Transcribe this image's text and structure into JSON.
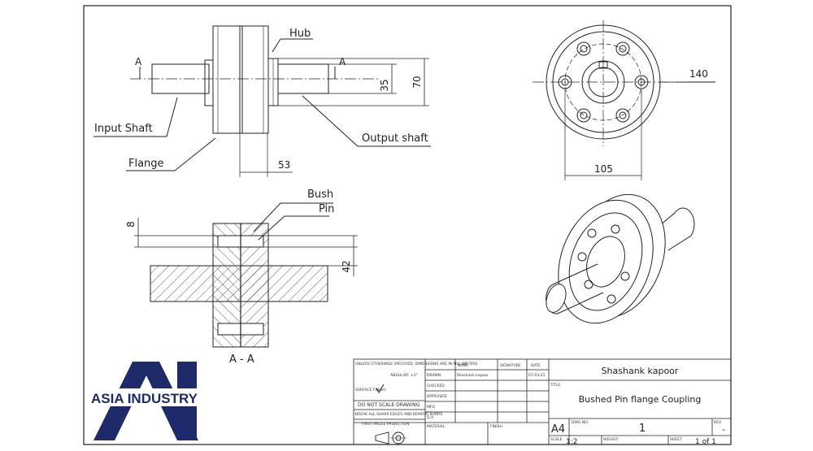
{
  "labels": {
    "hub": "Hub",
    "input_shaft": "Input Shaft",
    "output_shaft": "Output shaft",
    "flange": "Flange",
    "bush": "Bush",
    "pin": "Pin",
    "section_a_left": "A",
    "section_a_right": "A",
    "section_title": "A - A"
  },
  "dimensions": {
    "d35": "35",
    "d70": "70",
    "d53": "53",
    "d140": "140",
    "d105": "105",
    "d8": "8",
    "d42": "42"
  },
  "title_block": {
    "notes": "UNLESS OTHERWISE SPECIFIED: DIMENSIONS ARE IN MILLIMETERS",
    "angular": "ANGULAR: ±1°",
    "surface_finish": "SURFACE FINISH:",
    "do_not_scale": "DO NOT SCALE DRAWING",
    "break_edges": "BREAK ALL SHARP EDGES AND REMOVE BURRS",
    "projection": "FIRST ANGLE PROJECTION",
    "material": "MATERIAL",
    "finish": "FINISH",
    "col_name": "NAME",
    "col_signature": "SIGNATURE",
    "col_date": "DATE",
    "row_drawn": "DRAWN",
    "row_checked": "CHECKED",
    "row_approved": "APPROVED",
    "row_mfg": "MFG",
    "row_qa": "Q.A",
    "drawn_name": "Shashank kapoor",
    "drawn_date": "07-03-21",
    "author": "Shashank kapoor",
    "title_label": "TITLE:",
    "title": "Bushed  Pin flange Coupling",
    "size": "A4",
    "dwg_no_label": "DWG NO.",
    "dwg_no": "1",
    "rev_label": "REV.",
    "rev": "-",
    "scale_label": "SCALE",
    "scale": "1:2",
    "weight_label": "WEIGHT:",
    "sheet_label": "SHEET",
    "sheet": "1 of 1"
  },
  "logo": {
    "text": "ASIA INDUSTRY",
    "color": "#1f2a6b"
  }
}
